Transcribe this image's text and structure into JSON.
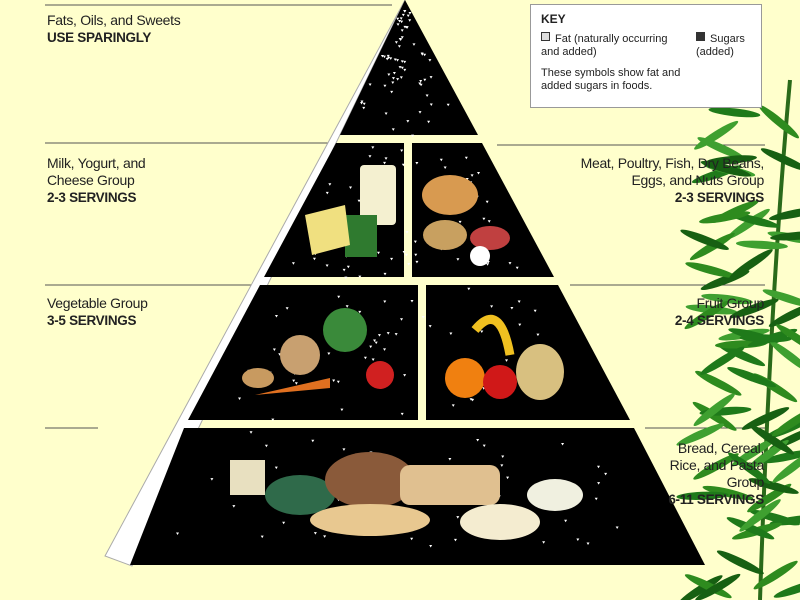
{
  "groups": [
    {
      "name": "Fats, Oils, and Sweets",
      "servings": "USE SPARINGLY"
    },
    {
      "name": "Milk, Yogurt, and Cheese Group",
      "servings": "2-3 SERVINGS"
    },
    {
      "name": "Meat, Poultry, Fish, Dry Beans, Eggs, and Nuts Group",
      "servings": "2-3 SERVINGS"
    },
    {
      "name": "Vegetable Group",
      "servings": "3-5 SERVINGS"
    },
    {
      "name": "Fruit Group",
      "servings": "2-4 SERVINGS"
    },
    {
      "name": "Bread, Cereal, Rice, and Pasta Group",
      "servings": "6-11 SERVINGS"
    }
  ],
  "key": {
    "title": "KEY",
    "fat": "Fat (naturally occurring and added)",
    "sugars": "Sugars (added)",
    "note": "These symbols show fat and added sugars in foods."
  },
  "colors": {
    "background": "#FFFFCC",
    "pyramid": "#000000",
    "foliage": "#2E8B1E"
  }
}
